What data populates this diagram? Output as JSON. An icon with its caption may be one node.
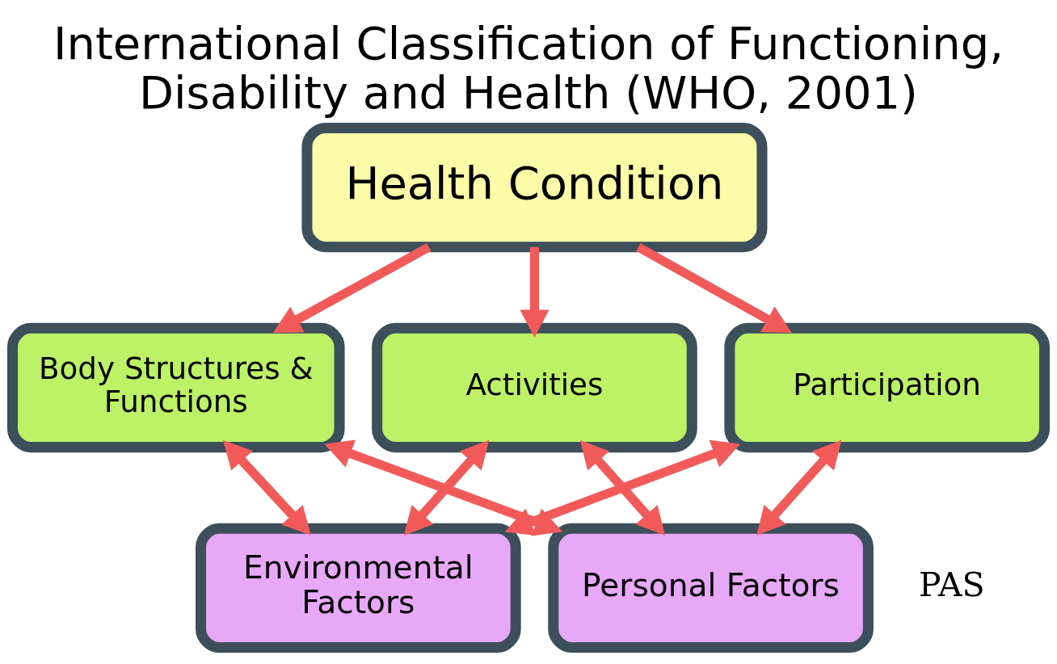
{
  "diagram": {
    "title": "International Classification of Functioning, Disability and Health (WHO, 2001)",
    "nodes": [
      {
        "text": [
          "Health Condition"
        ]
      },
      {
        "text": [
          "Body Structures & Functions"
        ]
      },
      {
        "text": [
          "Activities"
        ]
      },
      {
        "text": [
          "Participation"
        ]
      },
      {
        "text": [
          "Environmental Factors"
        ]
      },
      {
        "text": [
          "Personal Factors"
        ]
      }
    ],
    "edges": [
      {
        "from": 0,
        "to": 1,
        "arrow": "to"
      },
      {
        "from": 0,
        "to": 2,
        "arrow": "to"
      },
      {
        "from": 0,
        "to": 3,
        "arrow": "to"
      },
      {
        "from": 1,
        "to": 4,
        "arrow": "both"
      },
      {
        "from": 1,
        "to": 5,
        "arrow": "both"
      },
      {
        "from": 2,
        "to": 4,
        "arrow": "both"
      },
      {
        "from": 2,
        "to": 5,
        "arrow": "both"
      },
      {
        "from": 3,
        "to": 4,
        "arrow": "both"
      },
      {
        "from": 3,
        "to": 5,
        "arrow": "both"
      }
    ],
    "labels": [
      "PAS"
    ]
  }
}
